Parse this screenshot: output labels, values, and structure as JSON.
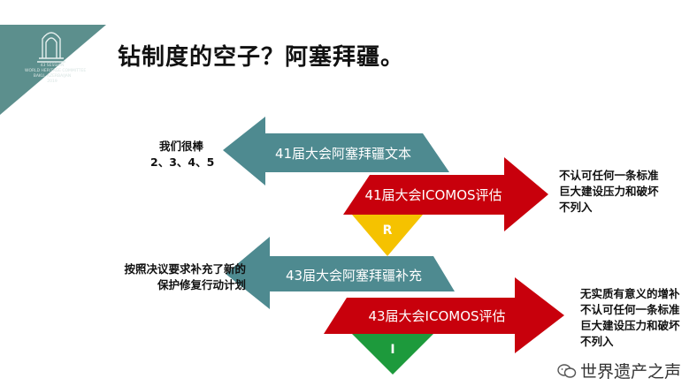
{
  "title": "钻制度的空子？阿塞拜疆。",
  "logo": {
    "lines": [
      "43 SESSION",
      "WORLD HERITAGE COMMITTEE",
      "BAKU, AZERBAIJAN",
      "2019"
    ]
  },
  "left_notes": {
    "top": [
      "我们很棒",
      "2、3、4、5"
    ],
    "bottom": [
      "按照决议要求补充了新的",
      "保护修复行动计划"
    ]
  },
  "arrows": {
    "teal_1": "41届大会阿塞拜疆文本",
    "red_1": "41届大会ICOMOS评估",
    "teal_2": "43届大会阿塞拜疆补充",
    "red_2": "43届大会ICOMOS评估"
  },
  "badges": {
    "r": "R",
    "i": "I"
  },
  "right_notes": {
    "top": [
      "不认可任何一条标准",
      "巨大建设压力和破坏",
      "不列入"
    ],
    "bottom": [
      "无实质有意义的增补",
      "不认可任何一条标准",
      "巨大建设压力和破坏",
      "不列入"
    ]
  },
  "watermark": "世界遗产之声",
  "colors": {
    "teal": "#4e8a90",
    "red": "#c8000c",
    "yellow": "#f5c200",
    "green": "#1d9a3c",
    "logo_bg": "#5c8f8d"
  }
}
